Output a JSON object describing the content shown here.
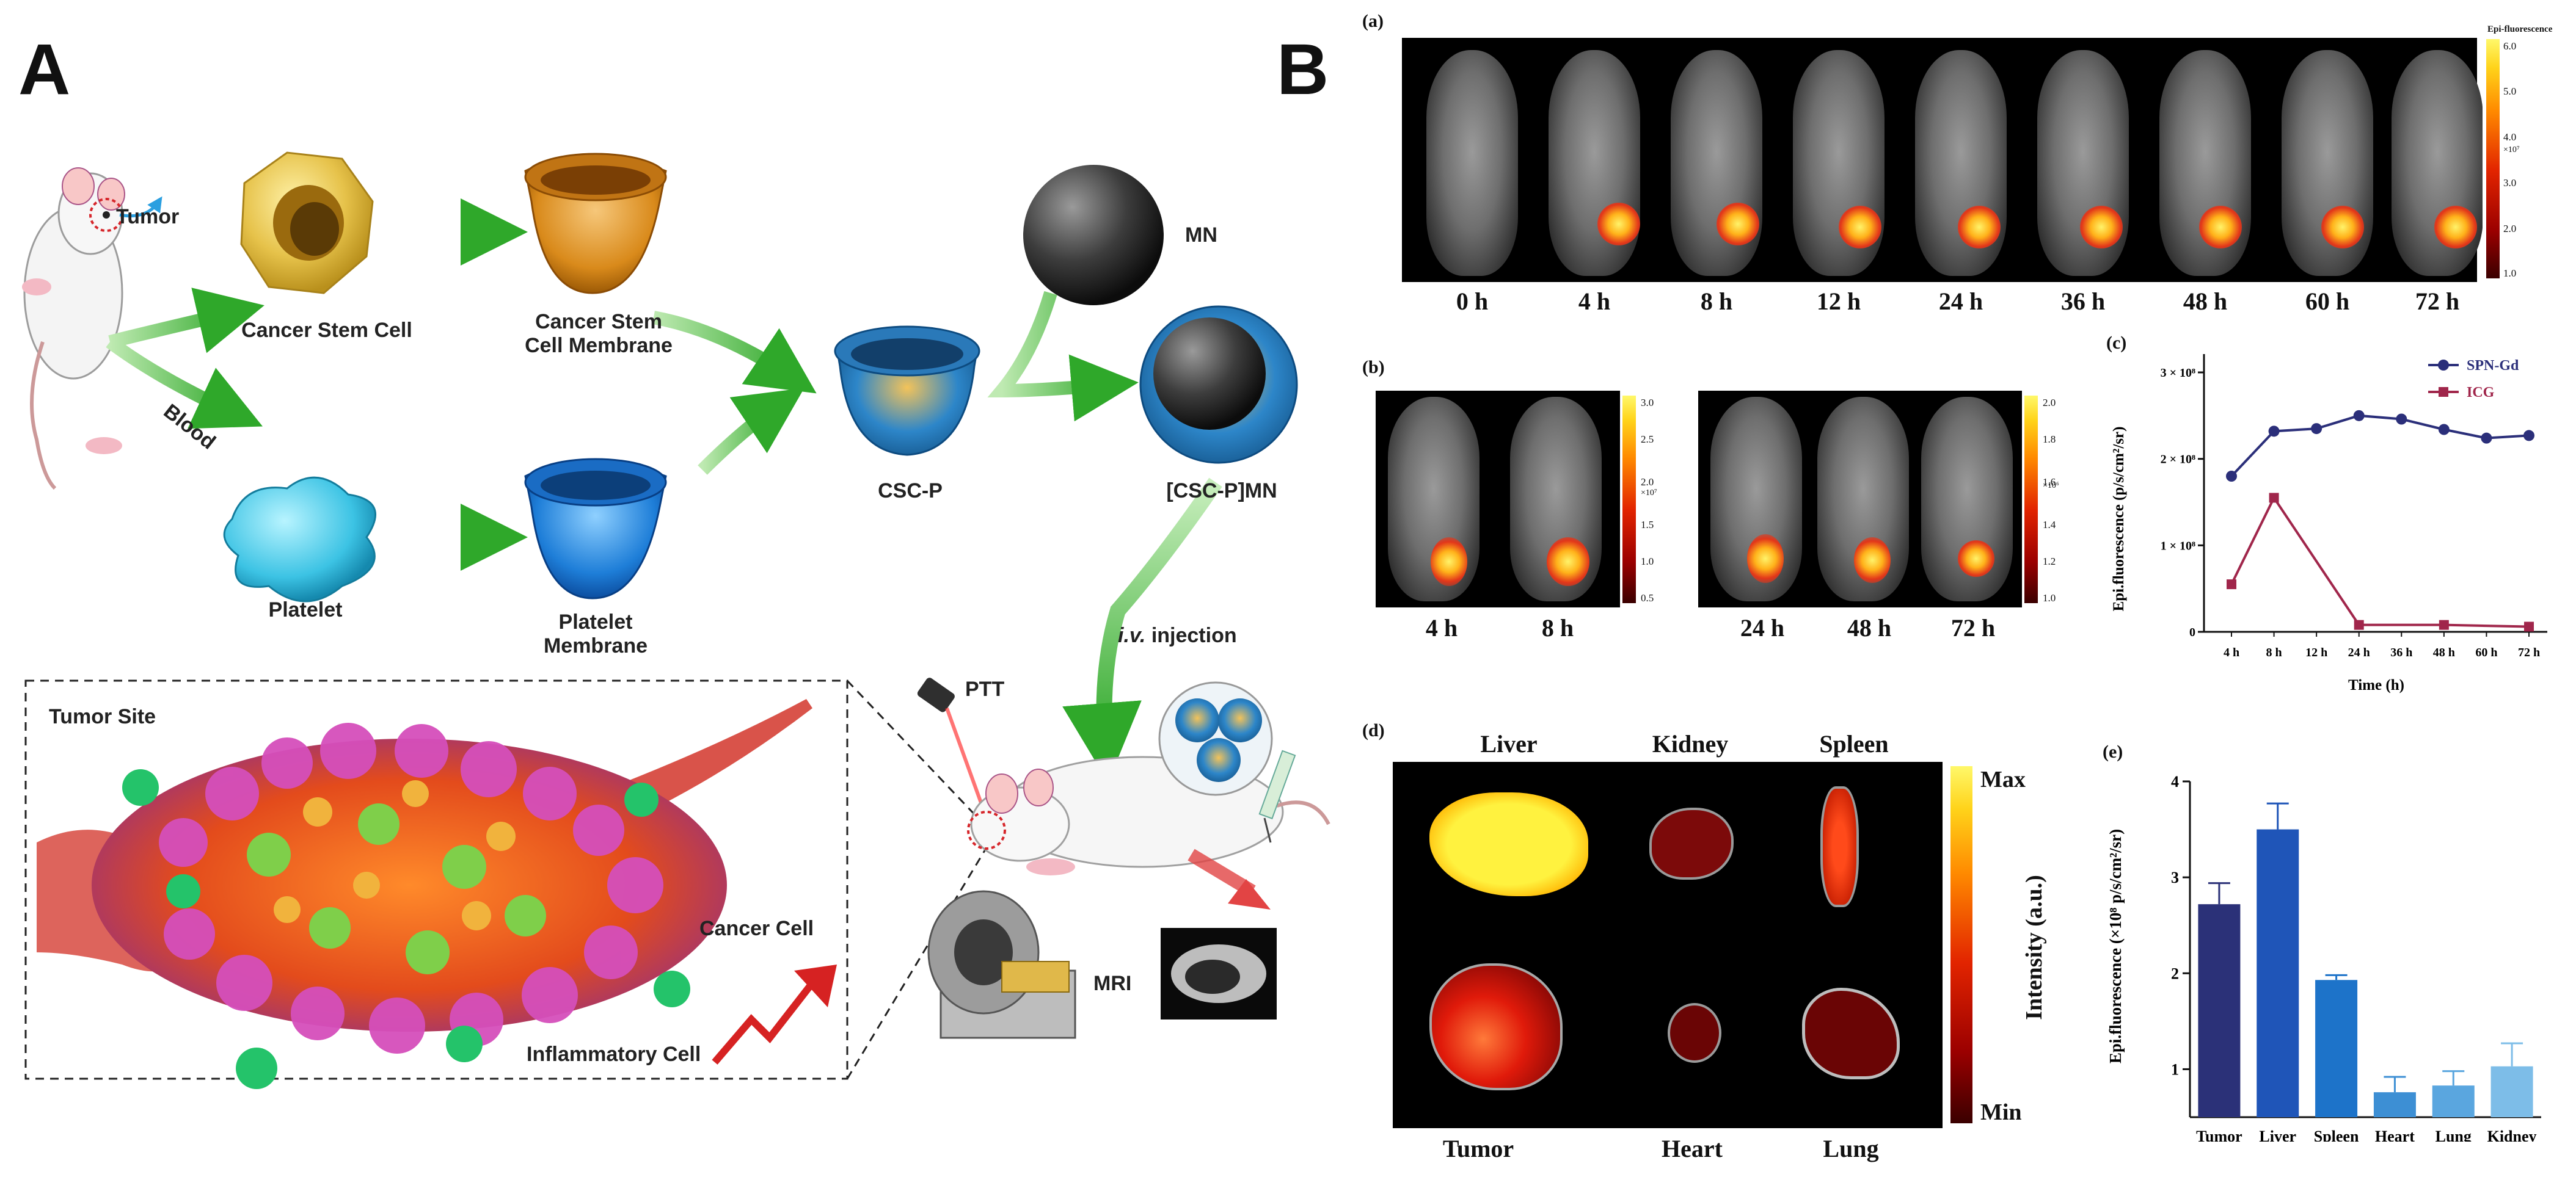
{
  "panelA": {
    "letter": "A",
    "labels": {
      "tumor": "Tumor",
      "blood": "Blood",
      "cancer_stem_cell": "Cancer Stem Cell",
      "csc_membrane": "Cancer Stem Cell Membrane",
      "mn": "MN",
      "csc_p": "CSC-P",
      "csc_p_mn": "[CSC-P]MN",
      "platelet": "Platelet",
      "platelet_membrane": "Platelet Membrane",
      "iv_injection_italic": "i.v.",
      "iv_injection_rest": " injection",
      "ptt": "PTT",
      "mri": "MRI",
      "tumor_site": "Tumor Site",
      "cancer_cell": "Cancer Cell",
      "inflammatory_cell": "Inflammatory Cell"
    }
  },
  "panelB": {
    "letter": "B",
    "a": {
      "tag": "(a)",
      "timepoints": [
        "0 h",
        "4 h",
        "8 h",
        "12 h",
        "24 h",
        "36 h",
        "48 h",
        "60 h",
        "72 h"
      ],
      "colorbar_title": "Epi-fluorescence",
      "colorbar_ticks": [
        "6.0",
        "5.0",
        "4.0",
        "3.0",
        "2.0",
        "1.0"
      ],
      "colorbar_exp": "×10⁷"
    },
    "b": {
      "tag": "(b)",
      "timepoints_left": [
        "4 h",
        "8 h"
      ],
      "timepoints_right": [
        "24 h",
        "48 h",
        "72 h"
      ],
      "colorbar1_ticks": [
        "3.0",
        "2.5",
        "2.0",
        "1.5",
        "1.0",
        "0.5"
      ],
      "colorbar1_exp": "×10⁷",
      "colorbar2_ticks": [
        "2.0",
        "1.8",
        "1.6",
        "1.4",
        "1.2",
        "1.0"
      ],
      "colorbar2_exp": "×10⁶"
    },
    "d": {
      "tag": "(d)",
      "top_labels": [
        "Liver",
        "Kidney",
        "Spleen"
      ],
      "bottom_labels": [
        "Tumor",
        "Heart",
        "Lung"
      ],
      "colorbar_max": "Max",
      "colorbar_min": "Min",
      "colorbar_title": "Intensity (a.u.)"
    }
  },
  "chart_data": [
    {
      "type": "line",
      "tag": "(c)",
      "x": [
        "4 h",
        "8 h",
        "12 h",
        "24 h",
        "36 h",
        "48 h",
        "60 h",
        "72 h"
      ],
      "xlabel": "Time (h)",
      "ylabel": "Epi.fluorescence (p/s/cm²/sr)",
      "yticks": [
        "0",
        "1 × 10⁸",
        "2 × 10⁸",
        "3 × 10⁸"
      ],
      "ylim": [
        0,
        300000000
      ],
      "series": [
        {
          "name": "SPN-Gd",
          "color": "#2b2f7a",
          "values": [
            180000000,
            232000000,
            235000000,
            250000000,
            246000000,
            234000000,
            224000000,
            227000000
          ]
        },
        {
          "name": "ICG",
          "color": "#a0264b",
          "values": [
            55000000,
            155000000,
            null,
            8000000,
            null,
            8000000,
            null,
            6000000
          ]
        }
      ]
    },
    {
      "type": "bar",
      "tag": "(e)",
      "categories": [
        "Tumor",
        "Liver",
        "Spleen",
        "Heart",
        "Lung",
        "Kidney"
      ],
      "values": [
        2.72,
        3.5,
        1.93,
        0.76,
        0.83,
        1.03
      ],
      "errors": [
        0.22,
        0.27,
        0.05,
        0.16,
        0.15,
        0.24
      ],
      "colors": [
        "#2b3178",
        "#1f55b8",
        "#1d73c9",
        "#3d8fd4",
        "#5aa6df",
        "#7dbde8"
      ],
      "ylabel": "Epi.fluorescence (×10⁸ p/s/cm²/sr)",
      "yticks": [
        "1",
        "2",
        "3",
        "4"
      ],
      "ylim": [
        0.5,
        4
      ]
    }
  ]
}
